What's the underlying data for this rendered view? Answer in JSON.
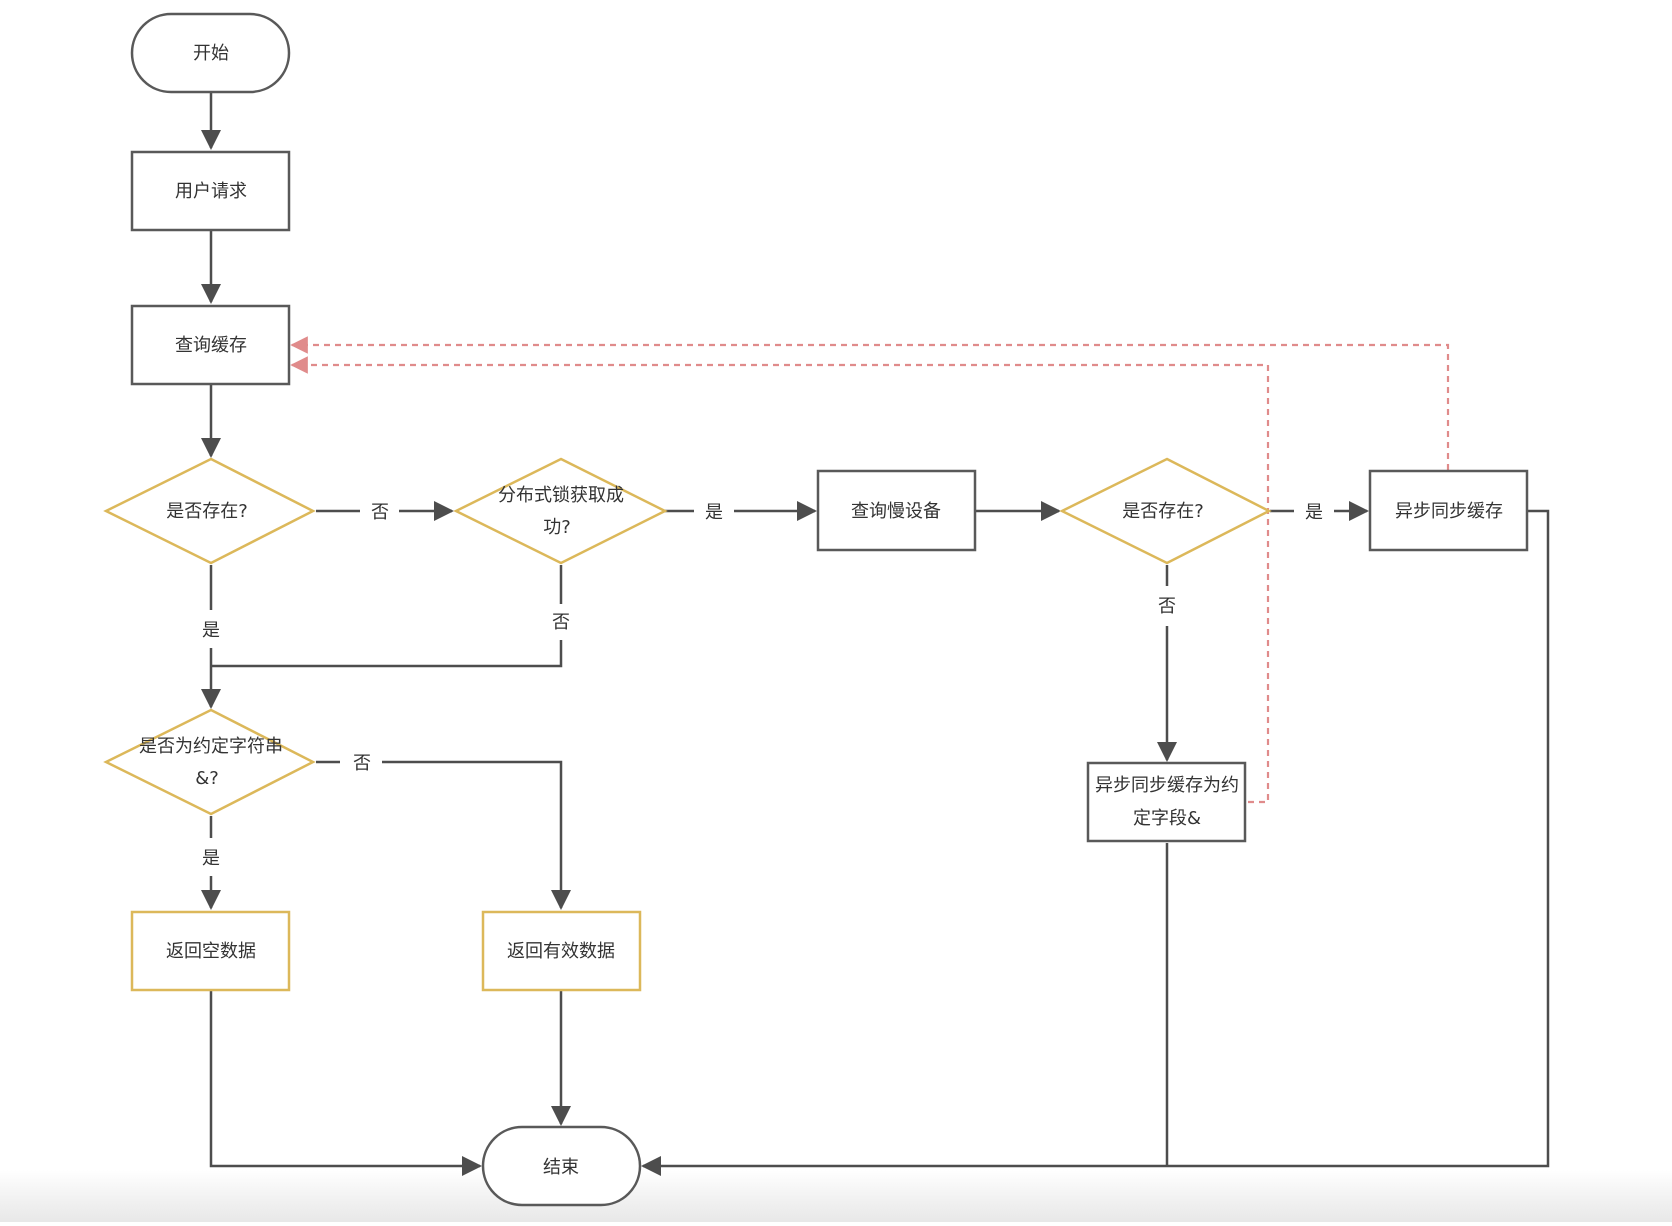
{
  "nodes": {
    "start": "开始",
    "user_request": "用户请求",
    "query_cache": "查询缓存",
    "exists_1": "是否存在?",
    "lock_line1": "分布式锁获取成",
    "lock_line2": "功?",
    "query_slow": "查询慢设备",
    "exists_2": "是否存在?",
    "async_sync_cache": "异步同步缓存",
    "agreed_string_line1": "是否为约定字符串",
    "agreed_string_line2": "&?",
    "async_agreed_line1": "异步同步缓存为约",
    "async_agreed_line2": "定字段&",
    "return_empty": "返回空数据",
    "return_valid": "返回有效数据",
    "end": "结束"
  },
  "edge_labels": {
    "exists1_no": "否",
    "exists1_yes": "是",
    "lock_yes": "是",
    "lock_no": "否",
    "exists2_yes": "是",
    "exists2_no": "否",
    "agreed_no": "否",
    "agreed_yes": "是"
  },
  "colors": {
    "process_stroke": "#595959",
    "decision_stroke": "#dcb85a",
    "connector": "#4d4d4d",
    "feedback_dashed": "#e08b8b"
  }
}
